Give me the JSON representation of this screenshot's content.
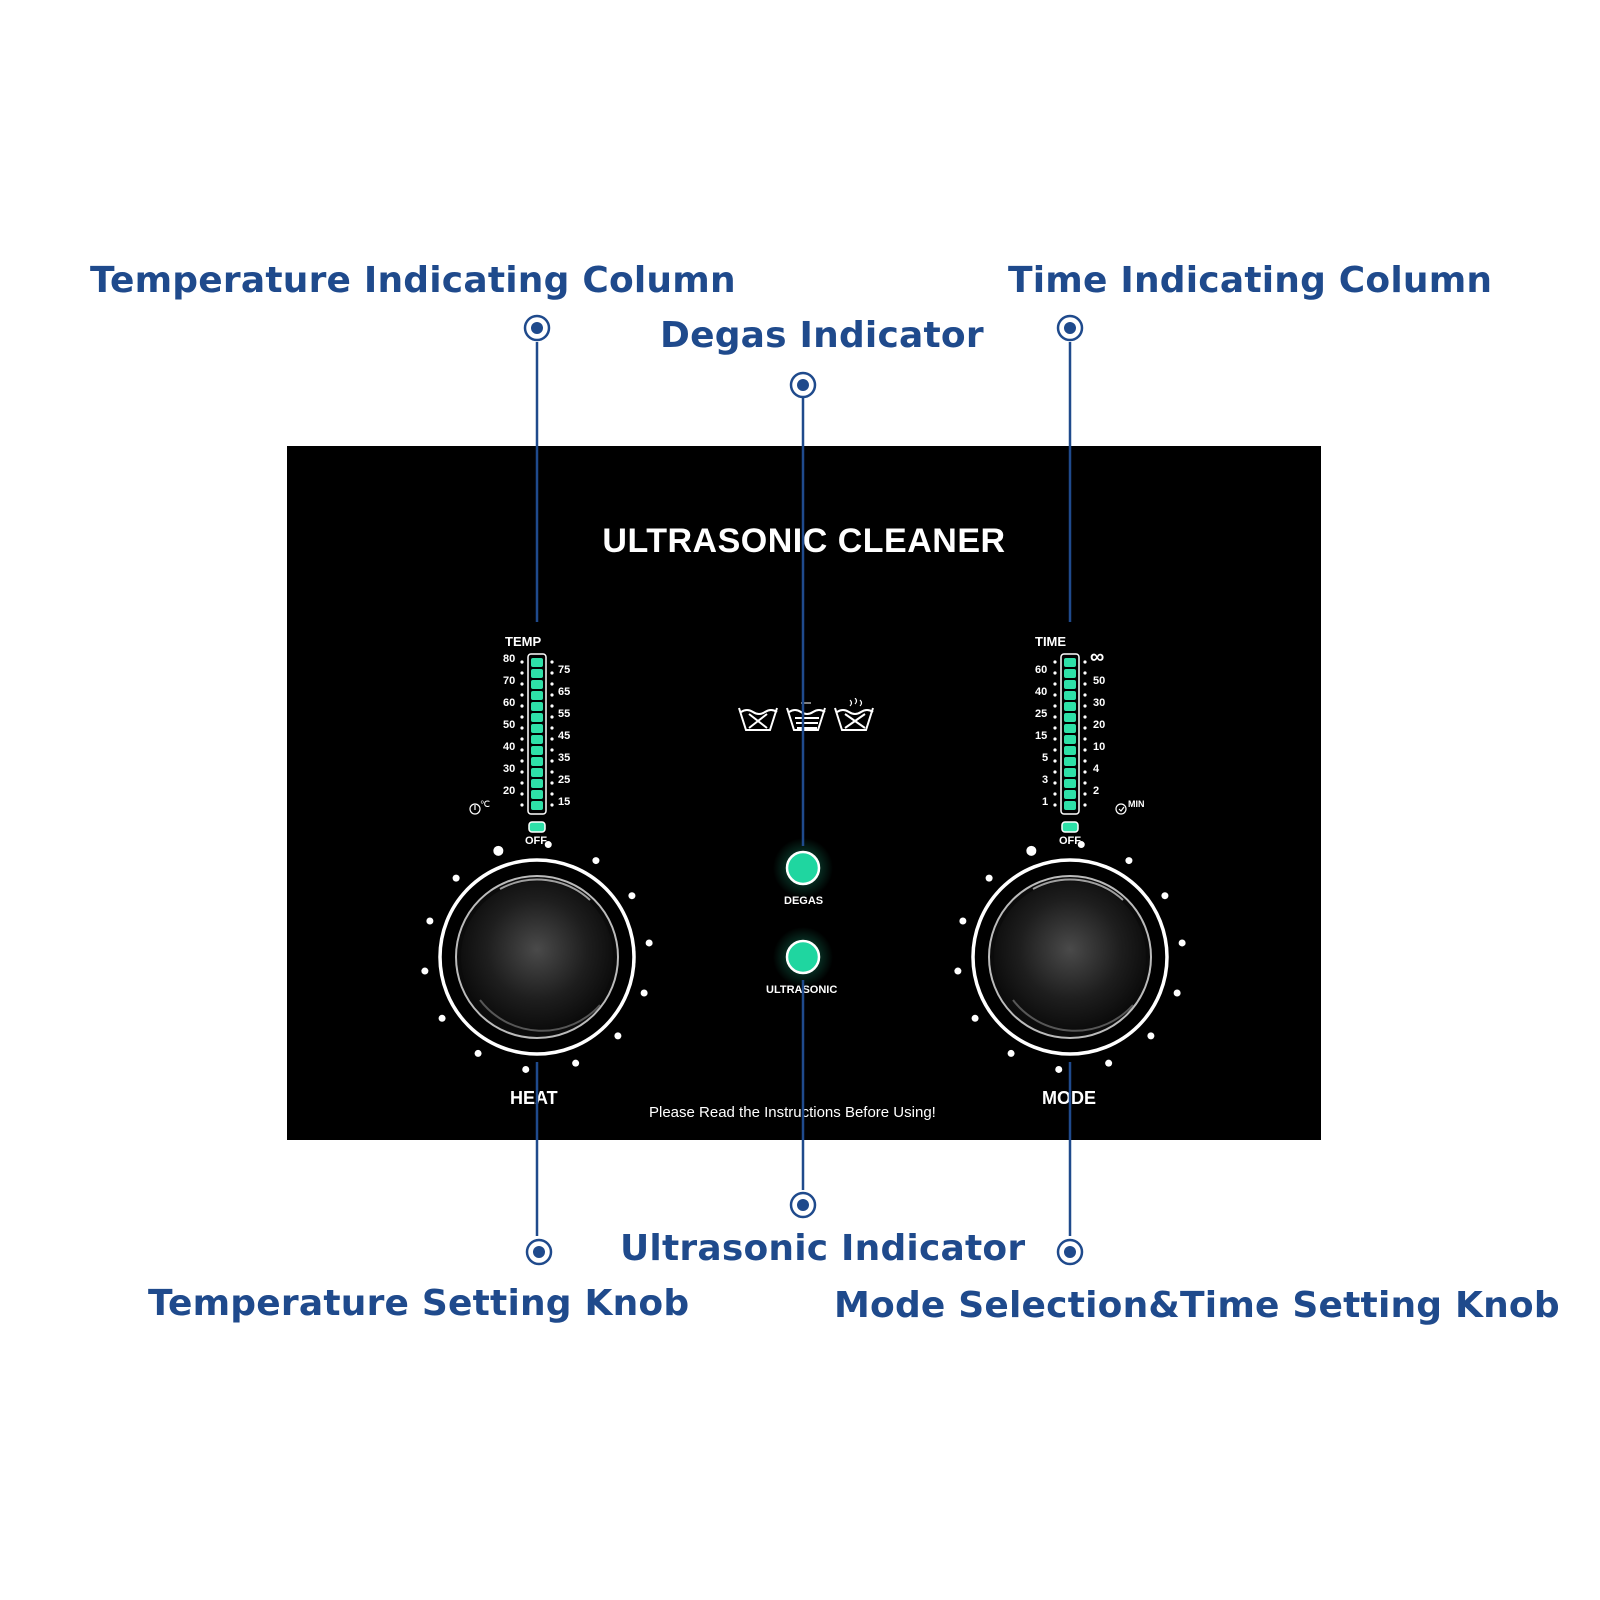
{
  "callouts": {
    "temp_column": "Temperature Indicating Column",
    "degas": "Degas Indicator",
    "time_column": "Time Indicating Column",
    "temp_knob": "Temperature Setting Knob",
    "ultrasonic": "Ultrasonic Indicator",
    "mode_knob": "Mode Selection&Time Setting Knob"
  },
  "panel": {
    "title": "ULTRASONIC CLEANER",
    "footer": "Please Read the Instructions Before Using!",
    "degas_label": "DEGAS",
    "ultrasonic_label": "ULTRASONIC",
    "heat_label": "HEAT",
    "mode_label": "MODE"
  },
  "temp": {
    "title": "TEMP",
    "off": "OFF",
    "unit": "℃",
    "left_ticks": [
      "80",
      "70",
      "60",
      "50",
      "40",
      "30",
      "20"
    ],
    "right_ticks": [
      "75",
      "65",
      "55",
      "45",
      "35",
      "25",
      "15"
    ]
  },
  "time": {
    "title": "TIME",
    "off": "OFF",
    "unit": "MIN",
    "left_ticks": [
      "60",
      "40",
      "25",
      "15",
      "5",
      "3",
      "1"
    ],
    "right_ticks": [
      "∞",
      "50",
      "30",
      "20",
      "10",
      "4",
      "2"
    ]
  },
  "icons": [
    "wash-basin-icon",
    "degas-basin-icon",
    "no-heat-basin-icon",
    "thermometer-icon",
    "clock-icon",
    "knob-icon",
    "indicator-light-icon"
  ],
  "colors": {
    "callout": "#1f4a8c",
    "panel": "#000000",
    "led": "#2ee0a8",
    "indicator": "#1fd6a0"
  }
}
